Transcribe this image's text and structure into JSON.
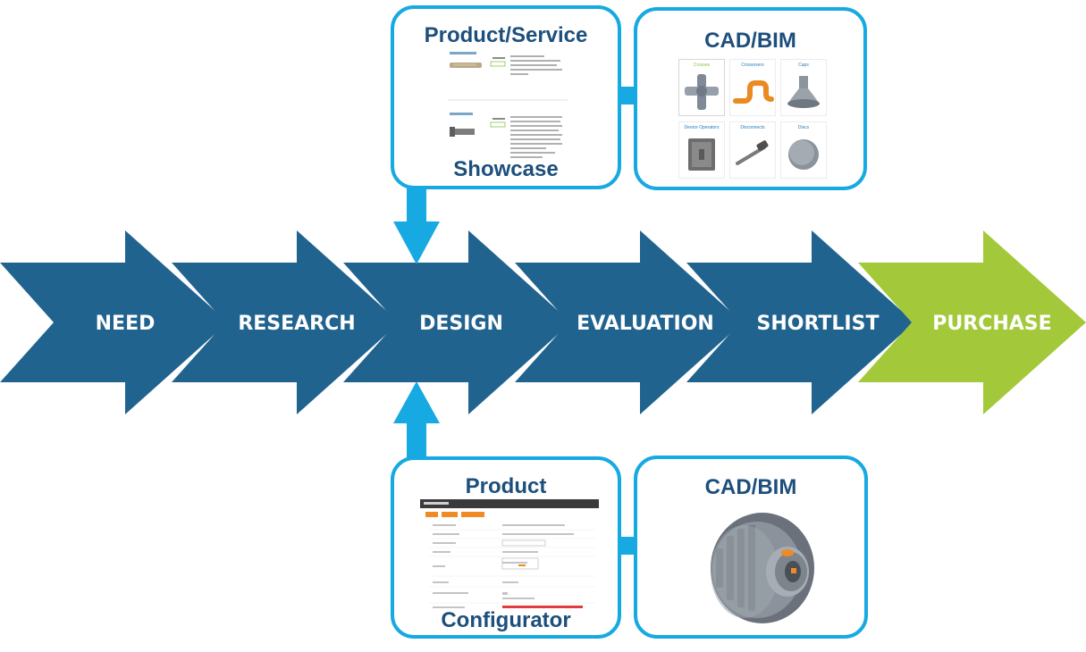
{
  "stages": [
    {
      "label": "NEED"
    },
    {
      "label": "RESEARCH"
    },
    {
      "label": "DESIGN"
    },
    {
      "label": "EVALUATION"
    },
    {
      "label": "SHORTLIST"
    },
    {
      "label": "PURCHASE"
    }
  ],
  "colors": {
    "stage_blue": "#21638f",
    "purchase_green": "#a3c93a",
    "accent_cyan": "#17a9e1",
    "title_navy": "#1d4f7c"
  },
  "top_cards": {
    "showcase": {
      "title_top": "Product/Service",
      "title_bottom": "Showcase"
    },
    "cad_bim": {
      "title": "CAD/BIM",
      "tiles": [
        "Crosses",
        "Crossovers",
        "Caps",
        "Device Operators",
        "Disconnects",
        "Discs"
      ]
    }
  },
  "bottom_cards": {
    "configurator": {
      "title_top": "Product",
      "title_bottom": "Configurator"
    },
    "cad_bim": {
      "title": "CAD/BIM"
    }
  }
}
